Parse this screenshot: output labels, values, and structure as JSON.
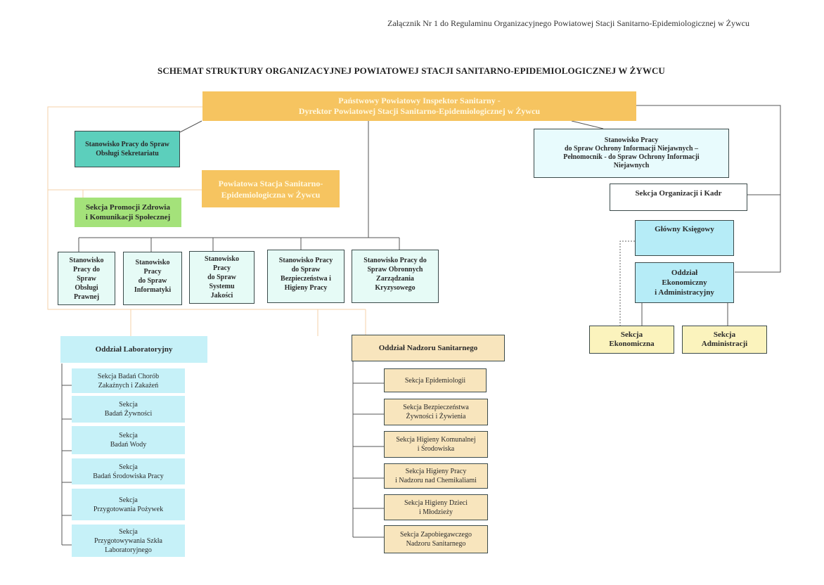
{
  "header": {
    "annex_note": "Załącznik Nr 1 do Regulaminu Organizacyjnego Powiatowej Stacji Sanitarno-Epidemiologicznej w Żywcu",
    "title": "SCHEMAT STRUKTURY ORGANIZACYJNEJ POWIATOWEJ STACJI SANITARNO-EPIDEMIOLOGICZNEJ W ŻYWCU"
  },
  "colors": {
    "director": "#f6c460",
    "secretariat": "#5ccfbc",
    "promotion": "#a4e27a",
    "posts": "#e6fbf6",
    "laboratory": "#c6f1f8",
    "supervision": "#f8e5bd",
    "finance": "#b6ecf7",
    "finance_sections": "#fbf3bd"
  },
  "director": {
    "label": "Państwowy Powiatowy Inspektor Sanitarny -\nDyrektor Powiatowej Stacji Sanitarno-Epidemiologicznej w Żywcu"
  },
  "station": {
    "label": "Powiatowa Stacja Sanitarno-\nEpidemiologiczna w Żywcu"
  },
  "secretariat": {
    "label": "Stanowisko Pracy do Spraw\nObsługi Sekretariatu"
  },
  "promotion": {
    "label": "Sekcja Promocji Zdrowia\ni Komunikacji Społecznej"
  },
  "posts": [
    {
      "label": "Stanowisko\nPracy do\nSpraw\nObsługi\nPrawnej"
    },
    {
      "label": "Stanowisko\nPracy\ndo Spraw\nInformatyki"
    },
    {
      "label": "Stanowisko\nPracy\ndo Spraw\nSystemu\nJakości"
    },
    {
      "label": "Stanowisko Pracy\ndo Spraw\nBezpieczeństwa i\nHigieny Pracy"
    },
    {
      "label": "Stanowisko Pracy do\nSpraw Obronnych\nZarządzania\nKryzysowego"
    }
  ],
  "classified_info": {
    "label": "Stanowisko Pracy\ndo Spraw Ochrony Informacji Niejawnych –\nPełnomocnik - do Spraw Ochrony Informacji\nNiejawnych"
  },
  "hr": {
    "label": "Sekcja Organizacji i Kadr"
  },
  "chief_accountant": {
    "label": "Główny Księgowy"
  },
  "finance_dept": {
    "label": "Oddział\nEkonomiczny\ni Administracyjny",
    "sections": [
      {
        "label": "Sekcja\nEkonomiczna"
      },
      {
        "label": "Sekcja\nAdministracji"
      }
    ]
  },
  "laboratory": {
    "label": "Oddział Laboratoryjny",
    "sections": [
      {
        "label": "Sekcja Badań Chorób\nZakaźnych i Zakażeń"
      },
      {
        "label": "Sekcja\nBadań Żywności"
      },
      {
        "label": "Sekcja\nBadań Wody"
      },
      {
        "label": "Sekcja\nBadań Środowiska Pracy"
      },
      {
        "label": "Sekcja\nPrzygotowania Pożywek"
      },
      {
        "label": "Sekcja\nPrzygotowywania Szkła\nLaboratoryjnego"
      }
    ]
  },
  "supervision": {
    "label": "Oddział Nadzoru Sanitarnego",
    "sections": [
      {
        "label": "Sekcja Epidemiologii"
      },
      {
        "label": "Sekcja Bezpieczeństwa\nŻywności i Żywienia"
      },
      {
        "label": "Sekcja Higieny Komunalnej\ni Środowiska"
      },
      {
        "label": "Sekcja Higieny Pracy\ni Nadzoru nad Chemikaliami"
      },
      {
        "label": "Sekcja Higieny Dzieci\ni Młodzieży"
      },
      {
        "label": "Sekcja Zapobiegawczego\nNadzoru Sanitarnego"
      }
    ]
  }
}
